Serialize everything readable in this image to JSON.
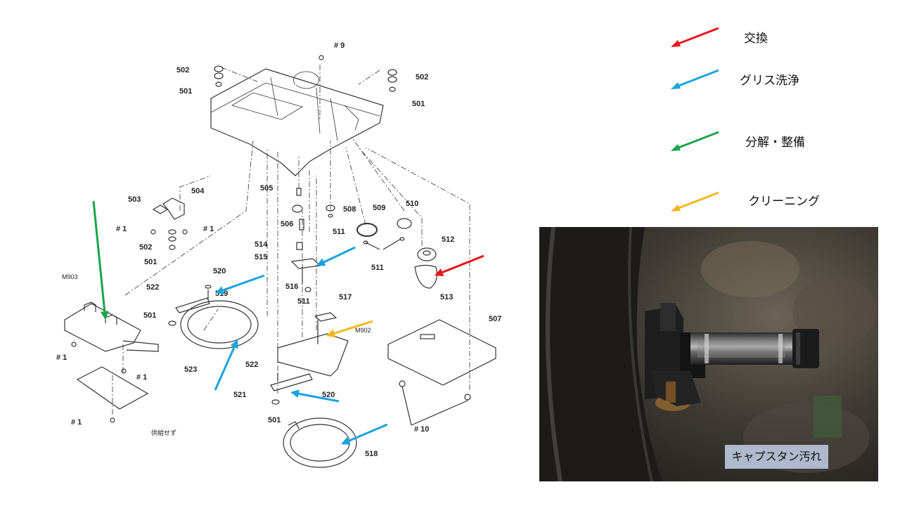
{
  "legend": [
    {
      "label": "交換",
      "color": "#e8141b"
    },
    {
      "label": "グリス洗浄",
      "color": "#1aa3e0"
    },
    {
      "label": "分解・整備",
      "color": "#18a64a"
    },
    {
      "label": "クリーニング",
      "color": "#f2b81b"
    }
  ],
  "photo": {
    "caption": "キャプスタン汚れ"
  },
  "diagram": {
    "labels": {
      "p502a": "502",
      "p501a": "501",
      "p9": "# 9",
      "p502b": "502",
      "p501b": "501",
      "p503": "503",
      "p504": "504",
      "p1a": "# 1",
      "p1b": "# 1",
      "p502c": "502",
      "p501c": "501",
      "p505": "505",
      "p506": "506",
      "p514": "514",
      "p515": "515",
      "p516": "516",
      "p511a": "511",
      "p508": "508",
      "p509": "509",
      "p510": "510",
      "p511b": "511",
      "p511c": "511",
      "p512": "512",
      "p513": "513",
      "m903": "M903",
      "p520a": "520",
      "p522a": "522",
      "p519": "519",
      "p501d": "501",
      "p523": "523",
      "p1c": "# 1",
      "p1d": "# 1",
      "p1e": "# 1",
      "nosupply": "供給せず",
      "p517": "517",
      "m902": "M902",
      "p507": "507",
      "p522b": "522",
      "p521": "521",
      "p520b": "520",
      "p501e": "501",
      "p518": "518",
      "p10": "# 10"
    }
  }
}
